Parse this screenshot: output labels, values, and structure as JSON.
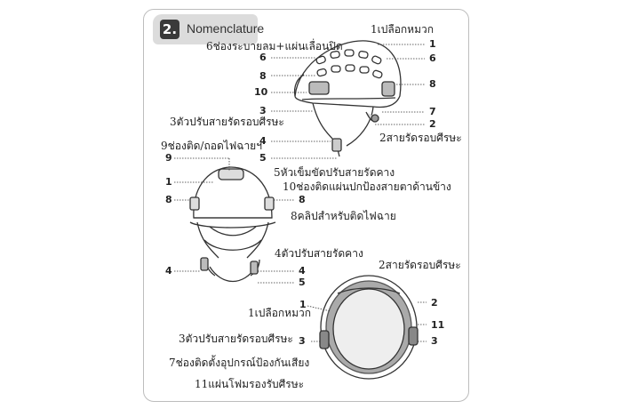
{
  "section": {
    "number": "2.",
    "title": "Nomenclature"
  },
  "side_view": {
    "labels": {
      "shell": "1เปลือกหมวก",
      "vent": "6ช่องระบายลม+แผ่นเลื่อนปิด",
      "headband_adjuster": "3ตัวปรับสายรัดรอบศีรษะ",
      "headband": "2สายรัดรอบศีรษะ",
      "headlamp_slot": "9ช่องติด/ถอดไฟฉายฯ",
      "chinstrap_buckle": "5หัวเข็มขัดปรับสายรัดคาง",
      "visor_slot": "10ช่องติดแผ่นปกป้องสายตาด้านข้าง"
    },
    "numbers": {
      "l_top": "6",
      "l_mid1": "8",
      "l_mid2": "10",
      "l_mid3": "3",
      "l_mid4": "4",
      "l_mid5": "5",
      "r_1": "1",
      "r_6": "6",
      "r_8": "8",
      "r_7": "7",
      "r_2": "2"
    }
  },
  "front_view": {
    "labels": {
      "lamp_clip": "8คลิปสำหรับติดไฟฉาย",
      "chinstrap_adjuster": "4ตัวปรับสายรัดคาง"
    },
    "numbers": {
      "n9": "9",
      "n1": "1",
      "n8l": "8",
      "n8r": "8",
      "n4l": "4",
      "n4r": "4",
      "n5": "5"
    }
  },
  "bottom_view": {
    "labels": {
      "headband": "2สายรัดรอบศีรษะ",
      "shell": "1เปลือกหมวก",
      "headband_adjuster": "3ตัวปรับสายรัดรอบศีรษะ",
      "ear_protector_slot": "7ช่องติดตั้งอุปกรณ์ป้องกันเสียง",
      "foam": "11แผ่นโฟมรองรับศีรษะ"
    },
    "numbers": {
      "n1": "1",
      "n2": "2",
      "n11": "11",
      "n3l": "3",
      "n3r": "3"
    }
  }
}
